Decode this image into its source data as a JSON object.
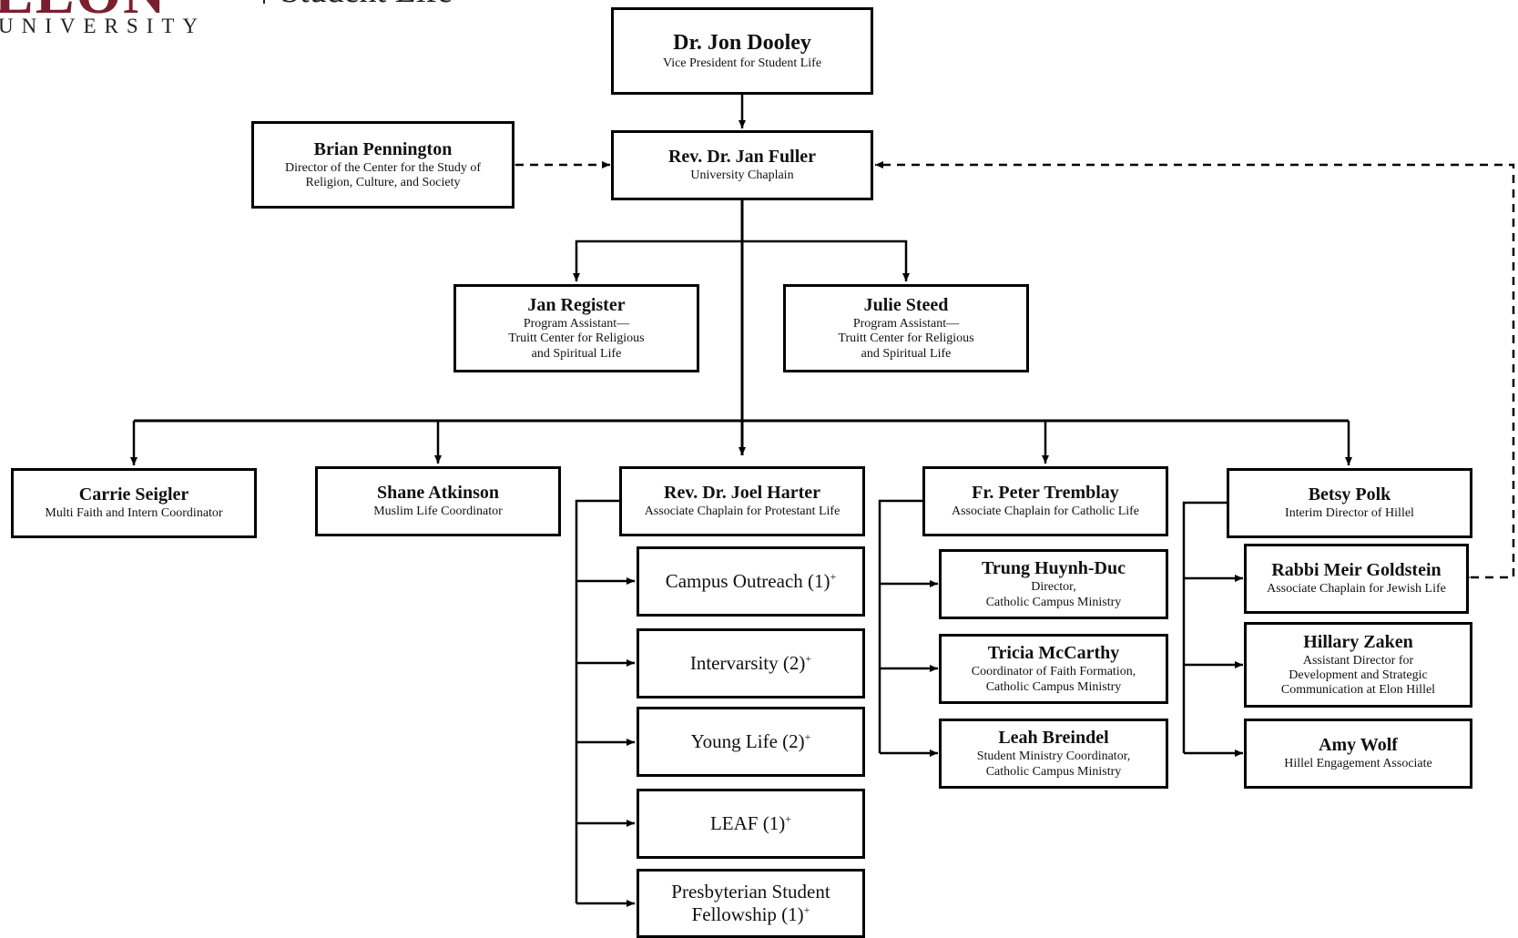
{
  "logo": {
    "mark": "ELON",
    "sub": "Student Life",
    "university": "UNIVERSITY"
  },
  "people": {
    "dooley": {
      "name": "Dr. Jon Dooley",
      "title": "Vice President for Student Life"
    },
    "fuller": {
      "name": "Rev. Dr. Jan Fuller",
      "title": "University Chaplain"
    },
    "pennington": {
      "name": "Brian Pennington",
      "title": "Director of the Center for the Study of\nReligion, Culture, and Society"
    },
    "register": {
      "name": "Jan Register",
      "title": "Program Assistant—\nTruitt Center for Religious\nand Spiritual Life"
    },
    "steed": {
      "name": "Julie Steed",
      "title": "Program Assistant—\nTruitt Center for Religious\nand Spiritual Life"
    },
    "seigler": {
      "name": "Carrie Seigler",
      "title": "Multi Faith and Intern Coordinator"
    },
    "atkinson": {
      "name": "Shane Atkinson",
      "title": "Muslim Life Coordinator"
    },
    "harter": {
      "name": "Rev. Dr. Joel Harter",
      "title": "Associate Chaplain for Protestant Life"
    },
    "tremblay": {
      "name": "Fr. Peter Tremblay",
      "title": "Associate Chaplain for Catholic Life"
    },
    "polk": {
      "name": "Betsy Polk",
      "title": "Interim Director of Hillel"
    },
    "huynhduc": {
      "name": "Trung Huynh-Duc",
      "title": "Director,\nCatholic Campus Ministry"
    },
    "mccarthy": {
      "name": "Tricia McCarthy",
      "title": "Coordinator of Faith Formation,\nCatholic Campus Ministry"
    },
    "breindel": {
      "name": "Leah Breindel",
      "title": "Student Ministry Coordinator,\nCatholic Campus Ministry"
    },
    "goldstein": {
      "name": "Rabbi Meir Goldstein",
      "title": "Associate Chaplain for Jewish Life"
    },
    "zaken": {
      "name": "Hillary Zaken",
      "title": "Assistant Director for\nDevelopment and Strategic\nCommunication at Elon Hillel"
    },
    "wolf": {
      "name": "Amy Wolf",
      "title": "Hillel Engagement Associate"
    }
  },
  "groups": {
    "outreach": {
      "label": "Campus Outreach (1)",
      "mark": "+"
    },
    "intervarsity": {
      "label": "Intervarsity (2)",
      "mark": "+"
    },
    "younglife": {
      "label": "Young Life (2)",
      "mark": "+"
    },
    "leaf": {
      "label": "LEAF (1)",
      "mark": "+"
    },
    "presbyterian": {
      "label": "Presbyterian Student\nFellowship (1)",
      "mark": "+"
    }
  }
}
